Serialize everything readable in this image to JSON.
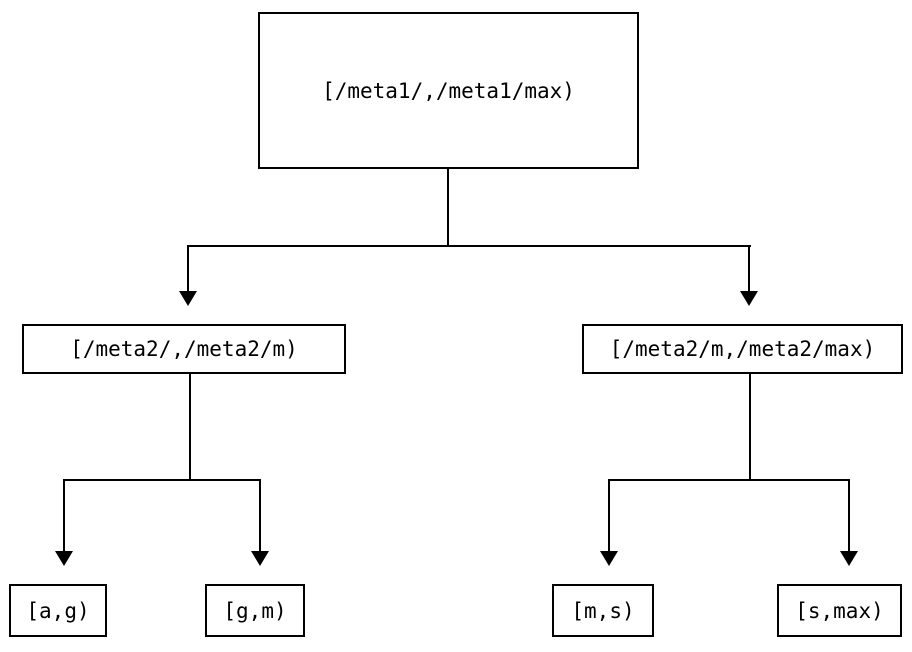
{
  "diagram": {
    "type": "binary-interval-tree",
    "orientation": "top-down",
    "background_color": "#ffffff",
    "line_color": "#000000",
    "text_color": "#000000",
    "nodes": {
      "root": {
        "label": "[/meta1/,/meta1/max)"
      },
      "level2": [
        {
          "label": "[/meta2/,/meta2/m)"
        },
        {
          "label": "[/meta2/m,/meta2/max)"
        }
      ],
      "leaves": [
        {
          "label": "[a,g)"
        },
        {
          "label": "[g,m)"
        },
        {
          "label": "[m,s)"
        },
        {
          "label": "[s,max)"
        }
      ]
    },
    "edges": [
      {
        "from": "root",
        "to": "[/meta2/,/meta2/m)",
        "arrowhead": "down-triangle"
      },
      {
        "from": "root",
        "to": "[/meta2/m,/meta2/max)",
        "arrowhead": "down-triangle"
      },
      {
        "from": "[/meta2/,/meta2/m)",
        "to": "[a,g)",
        "arrowhead": "down-triangle"
      },
      {
        "from": "[/meta2/,/meta2/m)",
        "to": "[g,m)",
        "arrowhead": "down-triangle"
      },
      {
        "from": "[/meta2/m,/meta2/max)",
        "to": "[m,s)",
        "arrowhead": "down-triangle"
      },
      {
        "from": "[/meta2/m,/meta2/max)",
        "to": "[s,max)",
        "arrowhead": "down-triangle"
      }
    ]
  }
}
